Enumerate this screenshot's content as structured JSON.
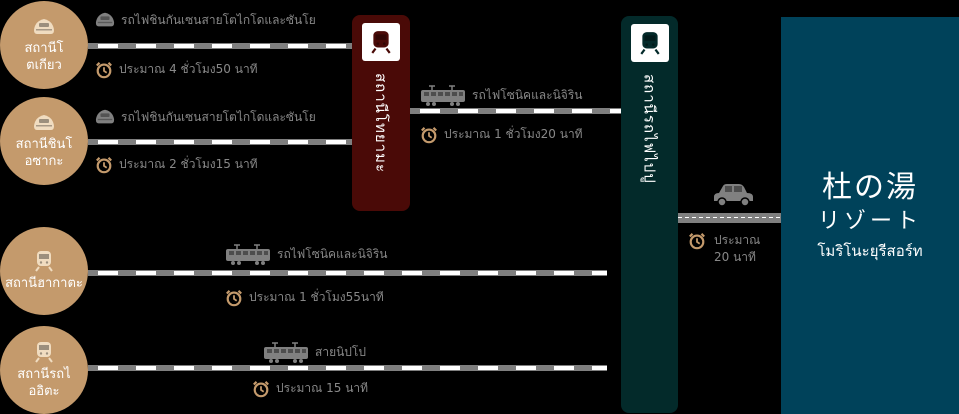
{
  "origins": [
    {
      "name": "สถานีโ\nตเกียว",
      "icon": "shinkansen-icon"
    },
    {
      "name": "สถานีชินโ\nอซากะ",
      "icon": "shinkansen-icon"
    },
    {
      "name": "สถานีฮากาตะ",
      "icon": "train-icon"
    },
    {
      "name": "สถานีรถไ\nออิตะ",
      "icon": "train-icon"
    }
  ],
  "routes": [
    {
      "line": "รถไฟชินกันเซนสายโตไกโดและซันโย",
      "time": "ประมาณ 4 ชั่วโมง50 นาที"
    },
    {
      "line": "รถไฟชินกันเซนสายโตไกโดและซันโย",
      "time": "ประมาณ 2 ชั่วโมง15 นาที"
    },
    {
      "line": "รถไฟโซนิคและนิจิริน",
      "time": "ประมาณ 1 ชั่วโมง55นาที"
    },
    {
      "line": "สายนิปโป",
      "time": "ประมาณ 15 นาที"
    }
  ],
  "transfer1": {
    "station": "สถานีโทยามะ",
    "line": "รถไฟโซนิคและนิจิริน",
    "time": "ประมาณ 1 ชั่วโมง20 นาที",
    "color": "#4a0a07"
  },
  "transfer2": {
    "station": "สถานีรถไฟไปปู",
    "color": "#032a2a"
  },
  "drive": {
    "time_line1": "ประมาณ",
    "time_line2": "20 นาที"
  },
  "destination": {
    "jp_line1": "杜の湯",
    "jp_line2": "リゾート",
    "th_name": "โมริโนะยุรีสอร์ท",
    "color": "#00425a"
  },
  "colors": {
    "origin_circle": "#c49a6c",
    "track": "#7f7f7f",
    "text_gray": "#888888",
    "clock": "#c49a6c"
  }
}
